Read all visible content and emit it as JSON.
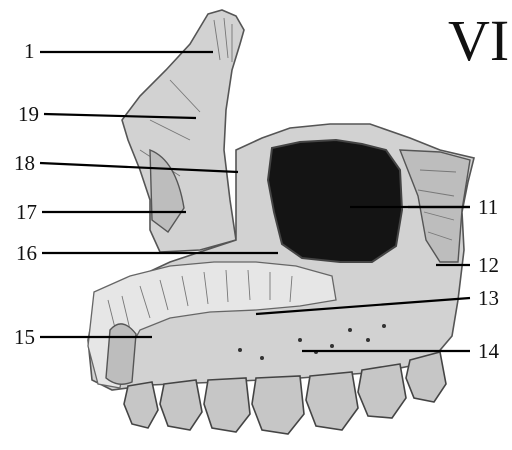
{
  "figure": {
    "title": "VI",
    "labels": [
      {
        "id": "label-1",
        "text": "1"
      },
      {
        "id": "label-19",
        "text": "19"
      },
      {
        "id": "label-18",
        "text": "18"
      },
      {
        "id": "label-17",
        "text": "17"
      },
      {
        "id": "label-16",
        "text": "16"
      },
      {
        "id": "label-15",
        "text": "15"
      },
      {
        "id": "label-11",
        "text": "11"
      },
      {
        "id": "label-12",
        "text": "12"
      },
      {
        "id": "label-13",
        "text": "13"
      },
      {
        "id": "label-14",
        "text": "14"
      }
    ]
  }
}
